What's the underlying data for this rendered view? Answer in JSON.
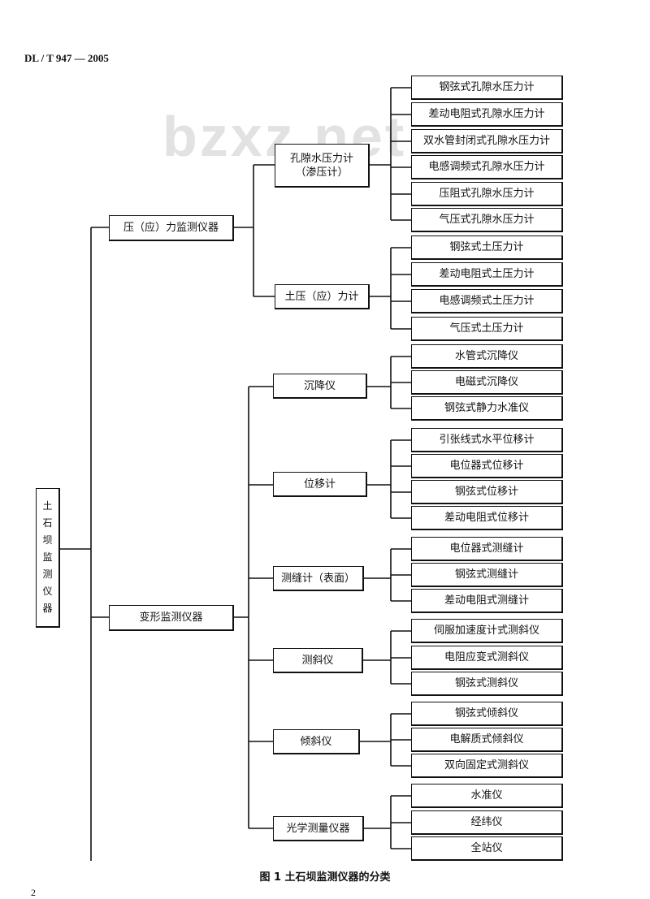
{
  "header": {
    "code": "DL / T 947 — 2005"
  },
  "watermark": "bzxz.net",
  "page_number": "2",
  "caption": "图 1   土石坝监测仪器的分类",
  "root": {
    "chars": [
      "土",
      "石",
      "坝",
      "监",
      "测",
      "仪",
      "器"
    ]
  },
  "l1": {
    "pressure": "压（应）力监测仪器",
    "deformation": "变形监测仪器"
  },
  "l2": {
    "pore": "孔隙水压力计\n（渗压计）",
    "soil": "土压（应）力计",
    "settle": "沉降仪",
    "disp": "位移计",
    "crack": "测缝计（表面）",
    "clino": "测斜仪",
    "tilt": "倾斜仪",
    "optical": "光学测量仪器"
  },
  "leaves": {
    "pore": [
      "钢弦式孔隙水压力计",
      "差动电阻式孔隙水压力计",
      "双水管封闭式孔隙水压力计",
      "电感调频式孔隙水压力计",
      "压阻式孔隙水压力计",
      "气压式孔隙水压力计"
    ],
    "soil": [
      "钢弦式土压力计",
      "差动电阻式土压力计",
      "电感调频式土压力计",
      "气压式土压力计"
    ],
    "settle": [
      "水管式沉降仪",
      "电磁式沉降仪",
      "钢弦式静力水准仪"
    ],
    "disp": [
      "引张线式水平位移计",
      "电位器式位移计",
      "钢弦式位移计",
      "差动电阻式位移计"
    ],
    "crack": [
      "电位器式测缝计",
      "钢弦式测缝计",
      "差动电阻式测缝计"
    ],
    "clino": [
      "伺服加速度计式测斜仪",
      "电阻应变式测斜仪",
      "钢弦式测斜仪"
    ],
    "tilt": [
      "钢弦式倾斜仪",
      "电解质式倾斜仪",
      "双向固定式测斜仪"
    ],
    "optical": [
      "水准仪",
      "经纬仪",
      "全站仪"
    ]
  }
}
